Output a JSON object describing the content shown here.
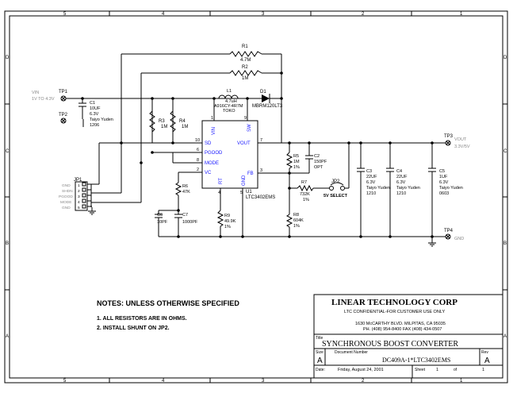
{
  "frame": {
    "col_labels": [
      "5",
      "4",
      "3",
      "2",
      "1"
    ],
    "row_labels": [
      "D",
      "C",
      "B",
      "A"
    ]
  },
  "components": {
    "r1": {
      "ref": "R1",
      "value": "4.7M"
    },
    "r2": {
      "ref": "R2",
      "value": "1M"
    },
    "l1": {
      "ref": "L1",
      "value": "4.7uH",
      "part": "A916CY-4R7M",
      "maker": "TOKO"
    },
    "d1": {
      "ref": "D1",
      "part": "MBRM120LT3"
    },
    "r3": {
      "ref": "R3",
      "value": "1M"
    },
    "r4": {
      "ref": "R4",
      "value": "1M"
    },
    "c1": {
      "ref": "C1",
      "value": "10UF",
      "voltage": "6.3V",
      "maker": "Taiyo Yuden",
      "size": "1206"
    },
    "r5": {
      "ref": "R5",
      "value": "1M",
      "tol": "1%"
    },
    "c2": {
      "ref": "C2",
      "value": "150PF",
      "note": "OPT"
    },
    "r7": {
      "ref": "R7",
      "value": "732K",
      "tol": "1%"
    },
    "r8": {
      "ref": "R8",
      "value": "604K",
      "tol": "1%"
    },
    "r6": {
      "ref": "R6",
      "value": "47K"
    },
    "r9": {
      "ref": "R9",
      "value": "49.9K",
      "tol": "1%"
    },
    "c6": {
      "ref": "C6",
      "value": "10PF"
    },
    "c7": {
      "ref": "C7",
      "value": "1000PF"
    },
    "c3": {
      "ref": "C3",
      "value": "22UF",
      "voltage": "6.3V",
      "maker": "Taiyo Yuden",
      "size": "1210"
    },
    "c4": {
      "ref": "C4",
      "value": "22UF",
      "voltage": "6.3V",
      "maker": "Taiyo Yuden",
      "size": "1210"
    },
    "c5": {
      "ref": "C5",
      "value": "1UF",
      "voltage": "6.3V",
      "maker": "Taiyo Yuden",
      "size": "0603"
    },
    "jp2": {
      "ref": "JP2",
      "label": "5V SELECT"
    },
    "u1": {
      "ref": "U1",
      "part": "LTC3402EMS"
    }
  },
  "ic_pins": {
    "sd": "SD",
    "pgood": "PGOOD",
    "mode": "MODE",
    "vc": "VC",
    "vout": "VOUT",
    "fb": "FB",
    "vin": "VIN",
    "sw": "SW",
    "rt": "RT",
    "gnd": "GND",
    "n10": "10",
    "n6": "6",
    "n8": "8",
    "n2": "2",
    "n7": "7",
    "n3": "3",
    "n1": "1",
    "n9": "9",
    "n4": "4",
    "n5": "5"
  },
  "jp1": {
    "ref": "JP1",
    "pins": [
      "GND",
      "SHDN",
      "PGOOD",
      "MODE",
      "GND"
    ],
    "nums": [
      "1",
      "2",
      "3",
      "4",
      "5"
    ]
  },
  "testpoints": {
    "tp1": {
      "ref": "TP1",
      "net": "VIN",
      "range": "1V TO 4.3V"
    },
    "tp2": {
      "ref": "TP2"
    },
    "tp3": {
      "ref": "TP3",
      "net": "VOUT",
      "range": "3.3V/5V"
    },
    "tp4": {
      "ref": "TP4",
      "net": "GND"
    }
  },
  "notes": {
    "heading": "NOTES:  UNLESS OTHERWISE SPECIFIED",
    "items": [
      "1.  ALL RESISTORS ARE IN OHMS.",
      "2.  INSTALL SHUNT ON JP2."
    ]
  },
  "title_block": {
    "company": "LINEAR TECHNOLOGY CORP",
    "confidential": "LTC CONFIDENTIAL-FOR CUSTOMER USE ONLY",
    "address": "1630 McCARTHY BLVD. MILPITAS, CA 95035",
    "phone": "PH. (408) 954-8400  FAX (408) 434-0507",
    "title_label": "Title",
    "title": "SYNCHRONOUS BOOST  CONVERTER",
    "size_label": "Size",
    "size": "A",
    "docnum_label": "Document Number",
    "docnum": "DC409A-1*LTC3402EMS",
    "rev_label": "Rev",
    "rev": "A",
    "date_label": "Date:",
    "date": "Friday, August 24, 2001",
    "sheet_label": "Sheet",
    "sheet": "1",
    "of_label": "of",
    "of": "1"
  }
}
